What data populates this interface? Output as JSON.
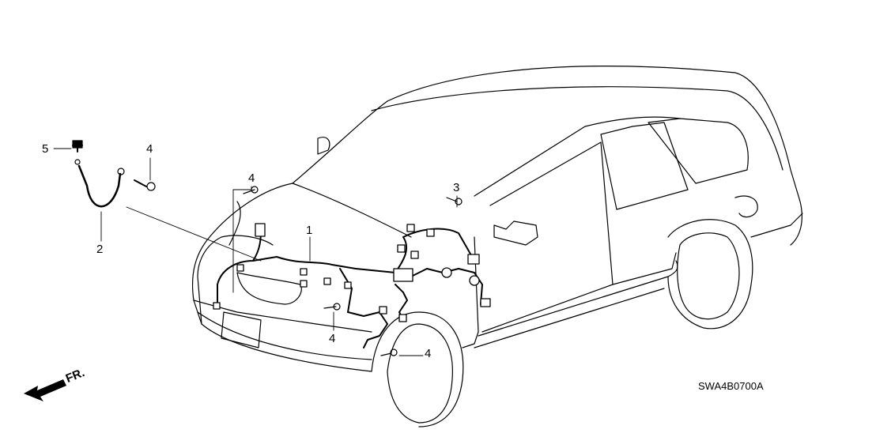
{
  "diagram_code": "SWA4B0700A",
  "direction_label": "FR.",
  "callouts": [
    {
      "id": "5",
      "text": "5"
    },
    {
      "id": "4a",
      "text": "4"
    },
    {
      "id": "2",
      "text": "2"
    },
    {
      "id": "4b",
      "text": "4"
    },
    {
      "id": "1",
      "text": "1"
    },
    {
      "id": "3",
      "text": "3"
    },
    {
      "id": "4c",
      "text": "4"
    },
    {
      "id": "4d",
      "text": "4"
    }
  ]
}
